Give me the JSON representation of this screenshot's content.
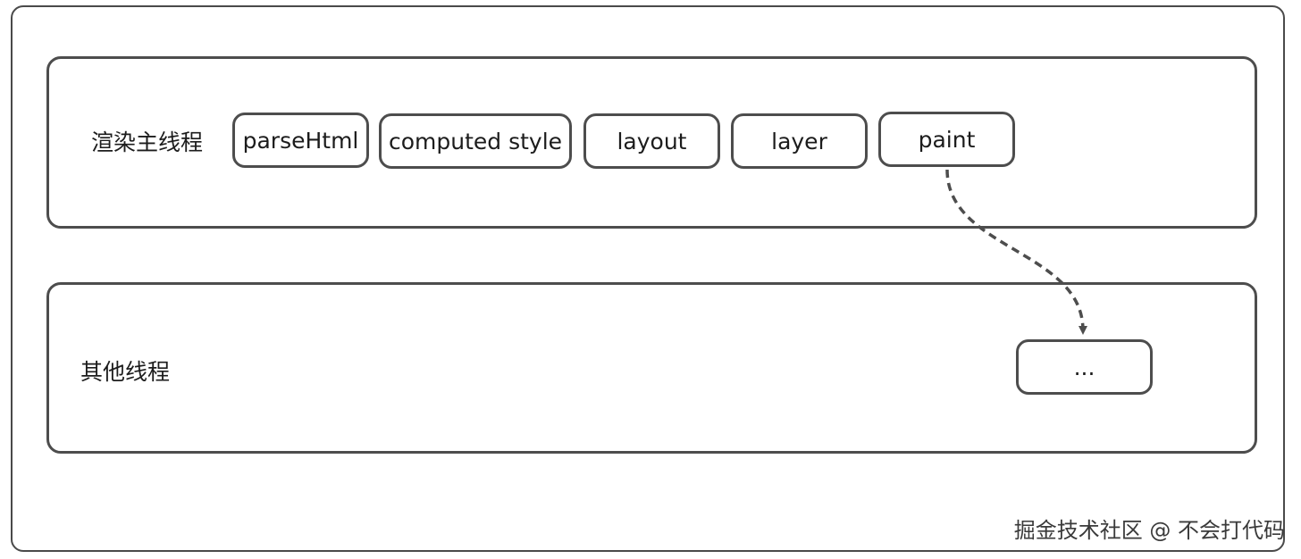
{
  "lanes": {
    "main": {
      "label": "渲染主线程",
      "steps": [
        "parseHtml",
        "computed style",
        "layout",
        "layer",
        "paint"
      ]
    },
    "other": {
      "label": "其他线程",
      "steps": [
        "..."
      ]
    }
  },
  "watermark": "掘金技术社区 @ 不会打代码",
  "colors": {
    "stroke": "#4d4d4d",
    "text": "#1c1c1c",
    "background": "#ffffff"
  }
}
